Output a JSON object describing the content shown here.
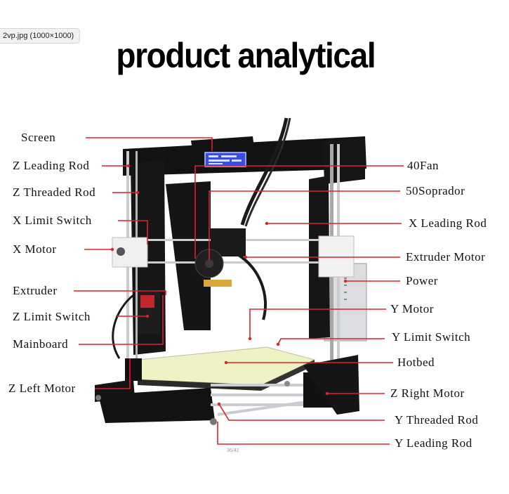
{
  "tab_label": "2vp.jpg (1000×1000)",
  "title": "product analytical",
  "page_number": "36/42",
  "colors": {
    "leader": "#e0202a",
    "frame": "#111111",
    "screen": "#3a4de0",
    "bed": "#eef2c4",
    "rod": "#c9ccd1"
  },
  "labels_left": [
    {
      "id": "screen",
      "text": "Screen"
    },
    {
      "id": "z-leading-rod-left",
      "text": "Z Leading Rod"
    },
    {
      "id": "z-threaded-rod",
      "text": "Z Threaded Rod"
    },
    {
      "id": "x-limit-switch",
      "text": "X Limit Switch"
    },
    {
      "id": "x-motor",
      "text": "X Motor"
    },
    {
      "id": "extruder",
      "text": "Extruder"
    },
    {
      "id": "z-limit-switch",
      "text": "Z Limit Switch"
    },
    {
      "id": "mainboard",
      "text": "Mainboard"
    },
    {
      "id": "z-left-motor",
      "text": "Z Left Motor"
    }
  ],
  "labels_right": [
    {
      "id": "fan-40",
      "text": "40Fan"
    },
    {
      "id": "soprador-50",
      "text": "50Soprador"
    },
    {
      "id": "x-leading-rod",
      "text": "X Leading Rod"
    },
    {
      "id": "extruder-motor",
      "text": "Extruder Motor"
    },
    {
      "id": "power",
      "text": "Power"
    },
    {
      "id": "y-motor",
      "text": "Y Motor"
    },
    {
      "id": "y-limit-switch",
      "text": "Y Limit Switch"
    },
    {
      "id": "hotbed",
      "text": "Hotbed"
    },
    {
      "id": "z-right-motor",
      "text": "Z Right Motor"
    },
    {
      "id": "y-threaded-rod",
      "text": "Y Threaded Rod"
    },
    {
      "id": "y-leading-rod",
      "text": "Y Leading Rod"
    }
  ]
}
